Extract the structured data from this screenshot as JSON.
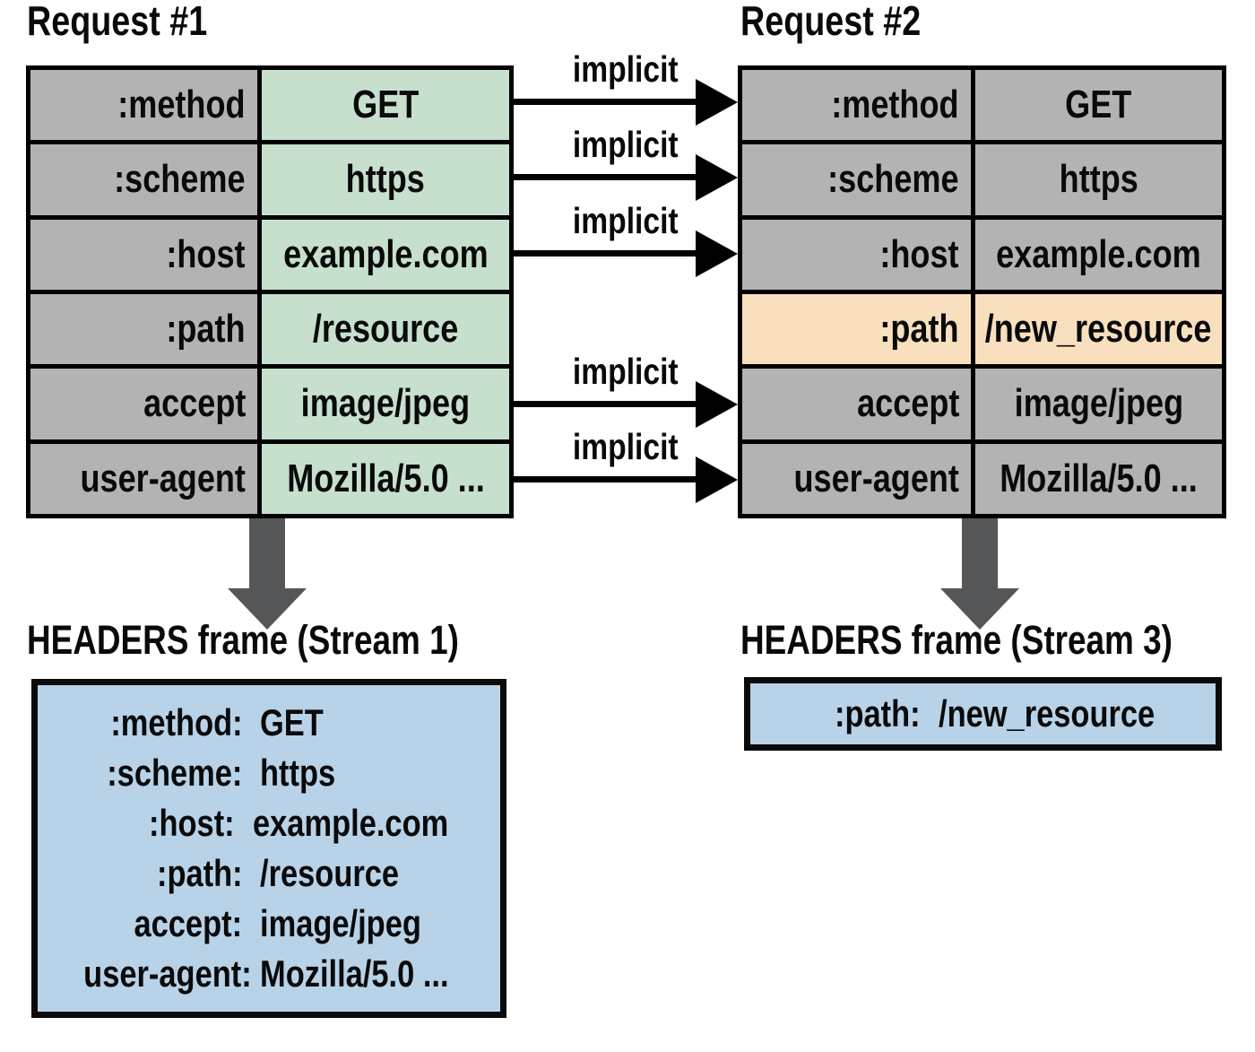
{
  "request1": {
    "title": "Request #1",
    "rows": [
      {
        "key": ":method",
        "value": "GET"
      },
      {
        "key": ":scheme",
        "value": "https"
      },
      {
        "key": ":host",
        "value": "example.com"
      },
      {
        "key": ":path",
        "value": "/resource"
      },
      {
        "key": "accept",
        "value": "image/jpeg"
      },
      {
        "key": "user-agent",
        "value": "Mozilla/5.0 ..."
      }
    ]
  },
  "request2": {
    "title": "Request #2",
    "rows": [
      {
        "key": ":method",
        "value": "GET",
        "highlighted": false
      },
      {
        "key": ":scheme",
        "value": "https",
        "highlighted": false
      },
      {
        "key": ":host",
        "value": "example.com",
        "highlighted": false
      },
      {
        "key": ":path",
        "value": "/new_resource",
        "highlighted": true
      },
      {
        "key": "accept",
        "value": "image/jpeg",
        "highlighted": false
      },
      {
        "key": "user-agent",
        "value": "Mozilla/5.0 ...",
        "highlighted": false
      }
    ]
  },
  "arrows": {
    "labels": [
      "implicit",
      "implicit",
      "implicit",
      "implicit",
      "implicit"
    ]
  },
  "frame1": {
    "title": "HEADERS frame (Stream 1)",
    "lines": [
      {
        "key": ":method:",
        "value": "GET"
      },
      {
        "key": ":scheme:",
        "value": "https"
      },
      {
        "key": ":host:",
        "value": "example.com"
      },
      {
        "key": ":path:",
        "value": "/resource"
      },
      {
        "key": "accept:",
        "value": "image/jpeg"
      },
      {
        "key": "user-agent:",
        "value": "Mozilla/5.0 ..."
      }
    ]
  },
  "frame3": {
    "title": "HEADERS frame (Stream 3)",
    "lines": [
      {
        "key": ":path:",
        "value": "/new_resource"
      }
    ]
  },
  "colors": {
    "cell_gray": "#b3b3b3",
    "cell_green": "#c6e0cd",
    "cell_orange": "#f8dfbe",
    "frame_blue": "#b8d2e8",
    "arrow_gray": "#555658",
    "ink": "#0a0a0a"
  }
}
